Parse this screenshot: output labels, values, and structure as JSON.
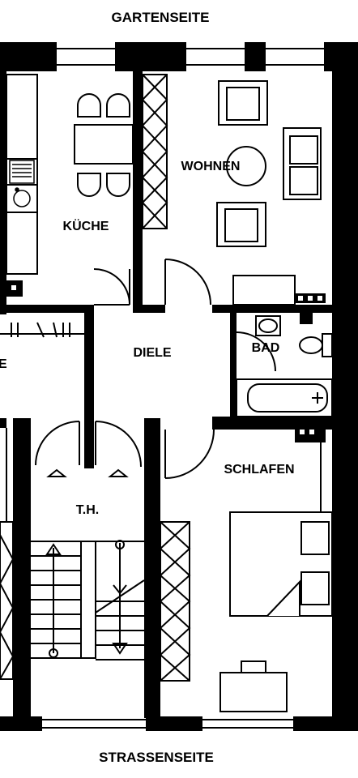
{
  "plan": {
    "top_label": "GARTENSEITE",
    "bottom_label": "STRASSENSEITE",
    "rooms": {
      "kitchen": "KÜCHE",
      "living": "WOHNEN",
      "hall": "DIELE",
      "bath": "BAD",
      "bedroom": "SCHLAFEN",
      "stairwell": "T.H."
    },
    "fragment_label": "E"
  },
  "colors": {
    "wall": "#000000",
    "background": "#ffffff",
    "line": "#000000"
  }
}
